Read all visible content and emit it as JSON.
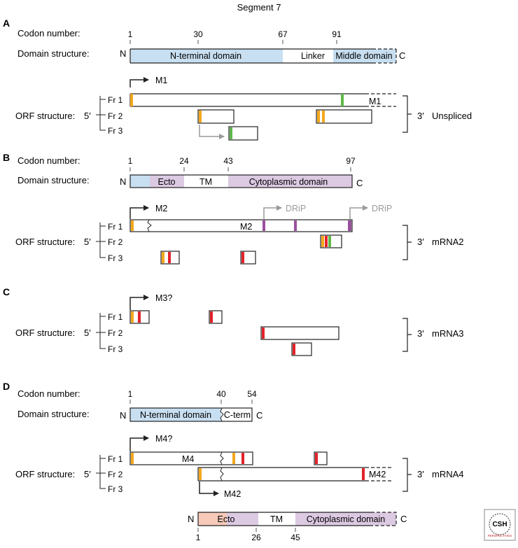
{
  "title": "Segment 7",
  "common": {
    "codon_label": "Codon number:",
    "domain_label": "Domain structure:",
    "orf_label": "ORF structure:",
    "five_prime": "5′",
    "three_prime": "3′",
    "n_term": "N",
    "c_term": "C",
    "frames": [
      "Fr 1",
      "Fr 2",
      "Fr 3"
    ]
  },
  "panels": {
    "A": {
      "letter": "A",
      "codons": [
        "1",
        "30",
        "67",
        "91"
      ],
      "domains": [
        "N-terminal domain",
        "Linker",
        "Middle domain"
      ],
      "orf_products": [
        "M1"
      ],
      "transcript": "Unspliced"
    },
    "B": {
      "letter": "B",
      "codons": [
        "1",
        "24",
        "43",
        "97"
      ],
      "domains": [
        "Ecto",
        "TM",
        "Cytoplasmic domain"
      ],
      "orf_products": [
        "M2",
        "DRiP",
        "DRiP",
        "M2"
      ],
      "transcript": "mRNA2"
    },
    "C": {
      "letter": "C",
      "orf_products": [
        "M3?"
      ],
      "transcript": "mRNA3"
    },
    "D": {
      "letter": "D",
      "codons": [
        "1",
        "40",
        "54"
      ],
      "domains": [
        "N-terminal domain",
        "C-term"
      ],
      "orf_products": [
        "M4?",
        "M4",
        "M42",
        "M42"
      ],
      "transcript": "mRNA4",
      "bottom_domains": [
        "Ecto",
        "TM",
        "Cytoplasmic domain"
      ],
      "bottom_codons": [
        "1",
        "26",
        "45"
      ]
    }
  },
  "logo": {
    "text": "CSH",
    "subtext": "PERSPECTIVES"
  },
  "colors": {
    "blue": "#c8dff1",
    "purple": "#dcc9e2",
    "salmon": "#f6c9b8",
    "orange": "#f3a81c",
    "red": "#e2232a",
    "green": "#5db848",
    "magenta": "#9b4f9f",
    "gray": "#9a9a9a"
  }
}
